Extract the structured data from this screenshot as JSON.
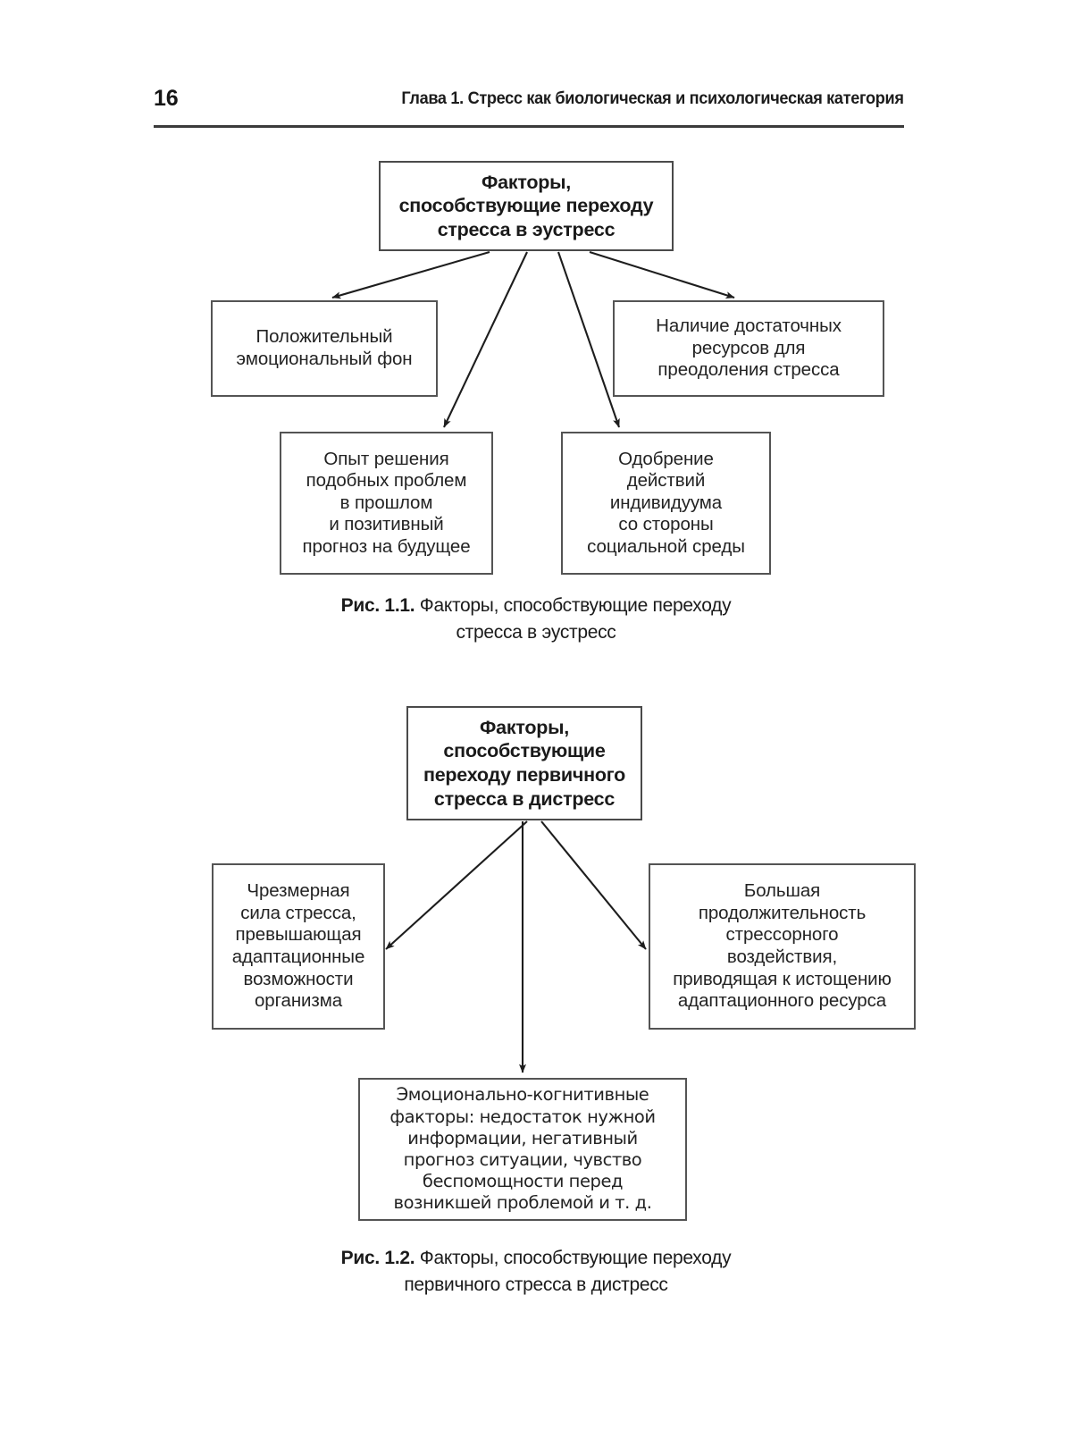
{
  "page": {
    "folio": "16",
    "chapter_running_head": "Глава 1. Стресс как биологическая и психологическая категория"
  },
  "figures": [
    {
      "id": "fig-1-1",
      "root": {
        "text": "Факторы,\nспособствующие переходу\nстресса в эустресс"
      },
      "nodes": [
        {
          "id": "positive-background",
          "text": "Положительный\nэмоциональный фон"
        },
        {
          "id": "sufficient-resources",
          "text": "Наличие достаточных\nресурсов для\nпреодоления стресса"
        },
        {
          "id": "past-experience",
          "text": "Опыт решения\nподобных проблем\nв прошлом\nи позитивный\nпрогноз на  будущее"
        },
        {
          "id": "social-approval",
          "text": "Одобрение\nдействий\nиндивидуума\nсо стороны\nсоциальной среды"
        }
      ],
      "caption": {
        "label": "Рис. 1.1.",
        "line1": " Факторы, способствующие переходу",
        "line2": "стресса в эустресс"
      }
    },
    {
      "id": "fig-1-2",
      "root": {
        "text": "Факторы,\nспособствующие\nпереходу первичного\nстресса в дистресс"
      },
      "nodes": [
        {
          "id": "excessive-force",
          "text": "Чрезмерная\nсила стресса,\nпревышающая\nадаптационные\nвозможности\nорганизма"
        },
        {
          "id": "long-duration",
          "text": "Большая\nпродолжительность\nстрессорного\nвоздействия,\nприводящая к истощению\nадаптационного ресурса"
        },
        {
          "id": "emotional-cognitive",
          "text": "Эмоционально-когнитивные\nфакторы: недостаток нужной\nинформации, негативный\nпрогноз ситуации, чувство\nбеспомощности перед\nвозникшей проблемой и т. д."
        }
      ],
      "caption": {
        "label": "Рис. 1.2.",
        "line1": " Факторы, способствующие переходу",
        "line2": "первичного стресса в дистресс"
      }
    }
  ],
  "colors": {
    "ink": "#1a1a1a",
    "box_border": "#545454",
    "rule": "#3b3b3b",
    "paper": "#ffffff"
  }
}
